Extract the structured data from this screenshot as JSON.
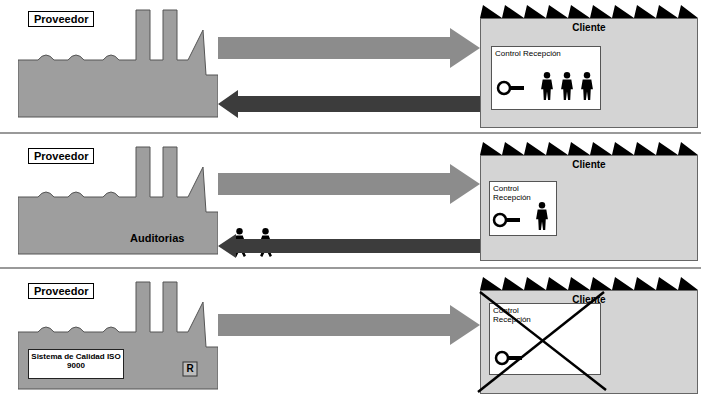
{
  "diagram": {
    "nodes": [
      {
        "text": [
          "Proveedor"
        ]
      },
      {
        "text": [
          "Cliente"
        ]
      },
      {
        "text": [
          "Control Recepción"
        ],
        "in": 1
      },
      {
        "text": [
          "Proveedor",
          "Auditorias"
        ]
      },
      {
        "text": [
          "Cliente"
        ]
      },
      {
        "text": [
          "Control Recepción"
        ],
        "in": 4
      },
      {
        "text": [
          "Proveedor"
        ]
      },
      {
        "text": [
          "Sistema de Calidad ISO 9000"
        ],
        "in": 6
      },
      {
        "text": [
          "Cliente"
        ]
      },
      {
        "text": [
          "Control Recepción"
        ],
        "in": 8
      }
    ],
    "edges": [
      {
        "from": 0,
        "to": 1,
        "arrow": "to"
      },
      {
        "from": 1,
        "to": 0,
        "arrow": "to"
      },
      {
        "from": 3,
        "to": 4,
        "arrow": "to"
      },
      {
        "from": 4,
        "to": 3,
        "arrow": "to"
      },
      {
        "from": 6,
        "to": 8,
        "arrow": "to"
      }
    ],
    "labels": [
      "R"
    ]
  }
}
